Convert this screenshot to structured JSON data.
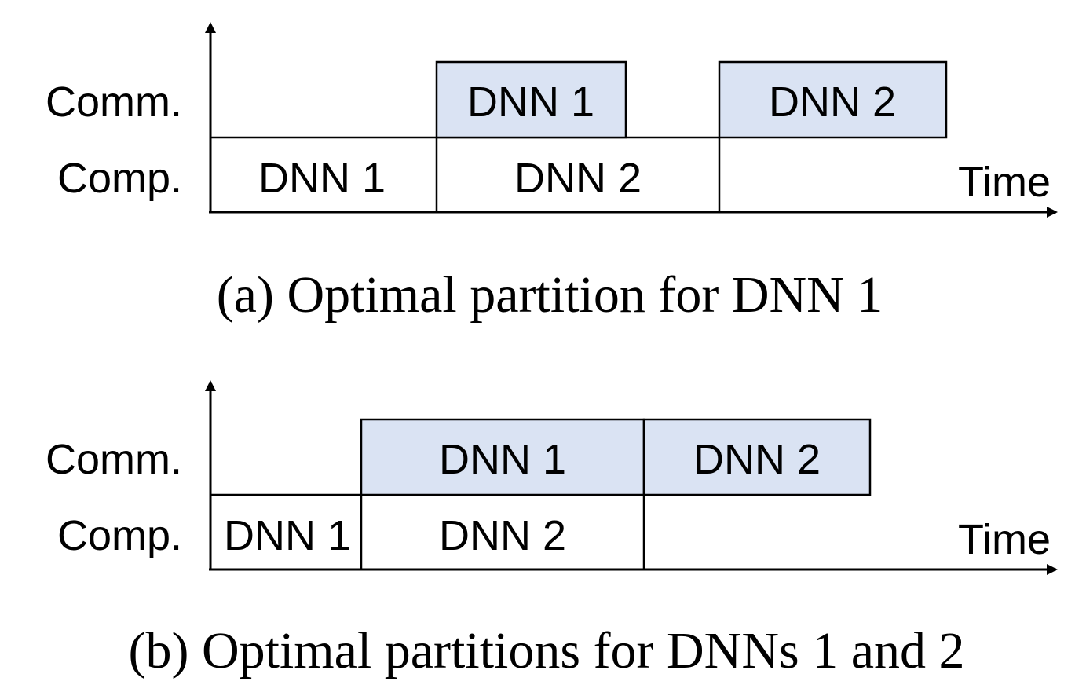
{
  "colors": {
    "comm_fill": "#dae3f3",
    "comp_fill": "#ffffff",
    "line": "#000000"
  },
  "panels": [
    {
      "id": "a",
      "row_labels": {
        "comm": "Comm.",
        "comp": "Comp."
      },
      "time_label": "Time",
      "caption": "(a) Optimal partition for DNN 1",
      "comm_blocks": [
        {
          "label": "DNN 1"
        },
        {
          "label": "DNN 2"
        }
      ],
      "comp_blocks": [
        {
          "label": "DNN 1"
        },
        {
          "label": "DNN 2"
        }
      ]
    },
    {
      "id": "b",
      "row_labels": {
        "comm": "Comm.",
        "comp": "Comp."
      },
      "time_label": "Time",
      "caption": "(b) Optimal partitions for DNNs 1 and 2",
      "comm_blocks": [
        {
          "label": "DNN 1"
        },
        {
          "label": "DNN 2"
        }
      ],
      "comp_blocks": [
        {
          "label": "DNN 1"
        },
        {
          "label": "DNN 2"
        }
      ]
    }
  ]
}
